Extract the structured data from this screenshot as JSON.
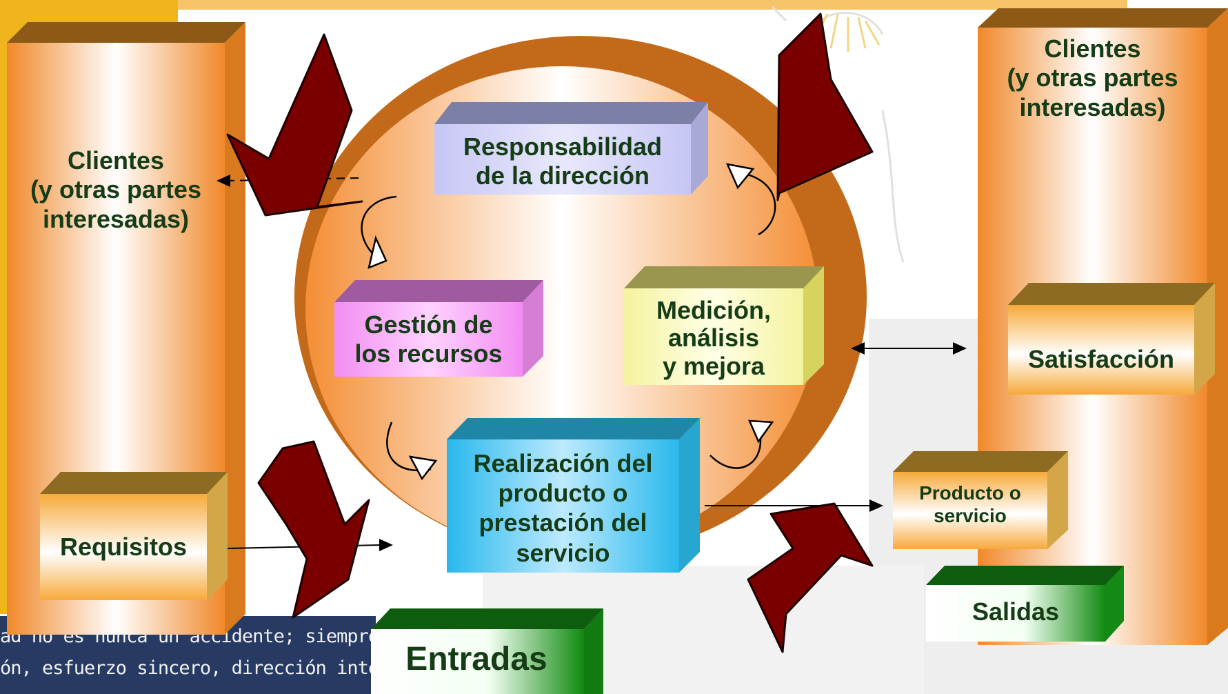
{
  "diagram": {
    "left_column_label": [
      "Clientes",
      "(y otras partes",
      "interesadas)"
    ],
    "right_column_label": [
      "Clientes",
      "(y otras partes",
      "interesadas)"
    ],
    "requisitos": "Requisitos",
    "satisfaccion": "Satisfacción",
    "producto": [
      "Producto o",
      "servicio"
    ],
    "responsabilidad": [
      "Responsabilidad",
      "de la dirección"
    ],
    "gestion": [
      "Gestión de",
      "los recursos"
    ],
    "medicion": [
      "Medición,",
      "análisis",
      "y mejora"
    ],
    "realizacion": [
      "Realización del",
      "producto o",
      "prestación del",
      "servicio"
    ],
    "entradas": "Entradas",
    "salidas": "Salidas"
  },
  "quote": {
    "line1": "ad no es nunca un accidente; siempre resulta",
    "line2": "ón, esfuerzo sincero, dirección inteligente y eje"
  },
  "colors": {
    "column_orange": "#f08a2c",
    "arrow_dark_red": "#7a0000",
    "text_green": "#153c16",
    "entradas_green": "#117a11",
    "quote_navy": "#263a63"
  }
}
